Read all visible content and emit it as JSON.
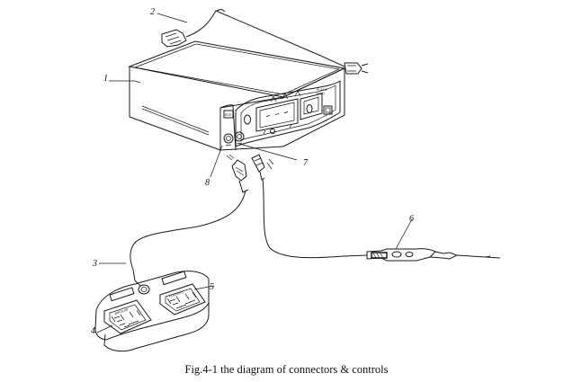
{
  "figure": {
    "caption": "Fig.4-1 the diagram of connectors & controls",
    "callouts": [
      {
        "id": "1",
        "label": "1"
      },
      {
        "id": "2",
        "label": "2"
      },
      {
        "id": "3",
        "label": "3"
      },
      {
        "id": "4",
        "label": "4"
      },
      {
        "id": "5",
        "label": "5"
      },
      {
        "id": "6",
        "label": "6"
      },
      {
        "id": "7",
        "label": "7"
      },
      {
        "id": "8",
        "label": "8"
      }
    ],
    "pedal_labels": {
      "left": "BIPOLAR",
      "right": "FLAGRAS"
    }
  }
}
